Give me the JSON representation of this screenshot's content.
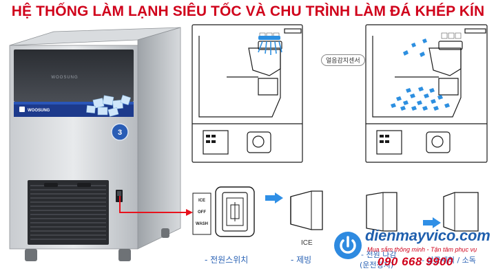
{
  "headline": "HỆ THỐNG LÀM LẠNH SIÊU TỐC VÀ CHU TRÌNH LÀM ĐÁ KHÉP KÍN",
  "machine": {
    "brand_top": "WOOSUNG",
    "brand_band": "WOOSUNG"
  },
  "diagram_sensor_label": "얼음감지센서",
  "switch_panel": {
    "ice": "ICE",
    "off": "OFF",
    "wash": "WASH"
  },
  "switch_ice_label": "ICE",
  "captions": {
    "power_switch": "- 전원스위치",
    "ice_making": "- 제빙",
    "power_on": "- 전원 나감",
    "operating": "(운전정지)",
    "cleaning": "- 살균세척 / 소독"
  },
  "logo": {
    "name": "dienmayvico.com",
    "tagline": "Mua sắm thông minh - Tận tâm phục vụ",
    "phone": "090 668 9900"
  },
  "colors": {
    "headline": "#d0021b",
    "caption": "#2b63b5",
    "logo_blue": "#1f5fae",
    "ice_blue": "#2d8fe0",
    "arrow_red": "#e8121c",
    "arrow_blue": "#2f8fe6"
  }
}
